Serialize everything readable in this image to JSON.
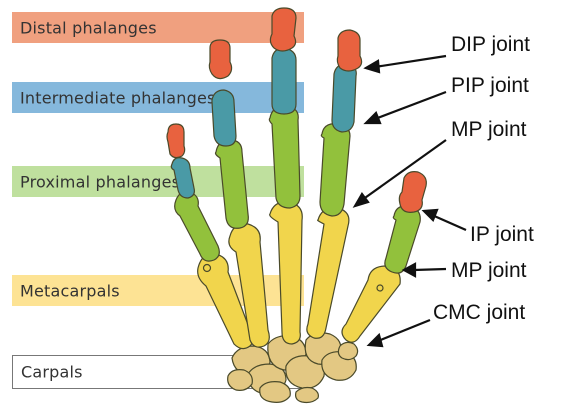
{
  "bands": [
    {
      "label": "Distal phalanges",
      "color": "#f0a07f"
    },
    {
      "label": "Intermediate phalanges",
      "color": "#85b8dc"
    },
    {
      "label": "Proximal phalanges",
      "color": "#bfe09e"
    },
    {
      "label": "Metacarpals",
      "color": "#fde394"
    },
    {
      "label": "Carpals",
      "color": "#ffffff"
    }
  ],
  "joints": [
    {
      "label": "DIP joint"
    },
    {
      "label": "PIP joint"
    },
    {
      "label": "MP joint"
    },
    {
      "label": "IP joint"
    },
    {
      "label": "MP joint"
    },
    {
      "label": "CMC joint"
    }
  ],
  "bone_colors": {
    "distal": "#e8623f",
    "intermediate": "#4a9aa6",
    "proximal": "#92c13c",
    "metacarpal": "#f1d54c",
    "carpal": "#e3c883",
    "outline": "#4a4a2a"
  }
}
